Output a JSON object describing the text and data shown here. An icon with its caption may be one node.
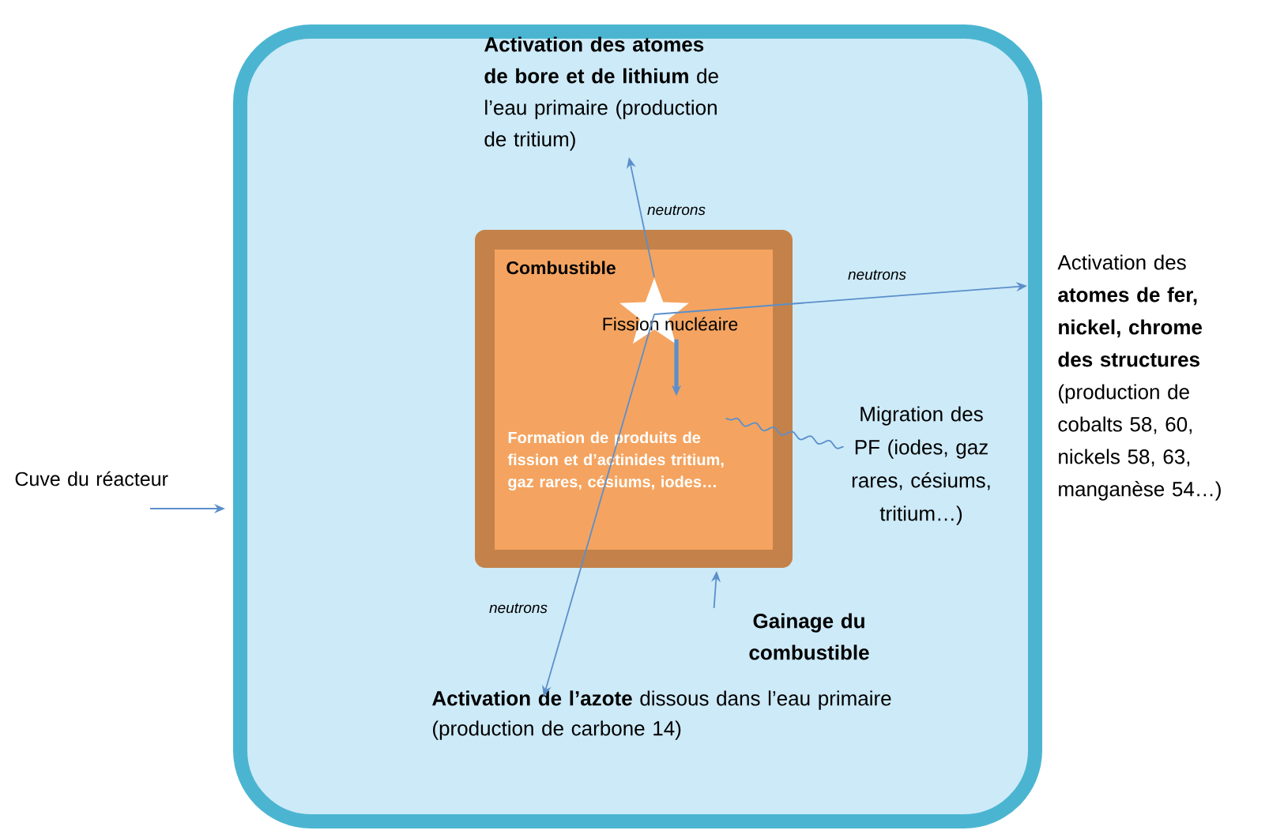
{
  "diagram": {
    "nodes": [
      {
        "text": [],
        "shape": "box"
      },
      {
        "text": [],
        "shape": "box",
        "in": 0
      },
      {
        "text": [
          "Combustible"
        ],
        "in": 1
      },
      {
        "text": [
          "Fission nucléaire"
        ],
        "in": 2
      },
      {
        "text": [
          "Formation de produits de fission et d’actinides tritium, gaz rares, césiums, iodes…"
        ],
        "in": 2
      },
      {
        "text": [
          "**Activation des atomes de bore et de lithium** de l’eau primaire (production de tritium)"
        ],
        "in": 0
      },
      {
        "text": [
          "Activation des **atomes de fer, nickel, chrome des structures** (production de cobalts 58, 60, nickels 58, 63, manganèse 54…)"
        ]
      },
      {
        "text": [
          "**Activation de l’azote** dissous dans l’eau primaire (production de carbone 14)"
        ],
        "in": 0
      },
      {
        "text": [
          "Migration des PF (iodes, gaz rares, césiums, tritium…)"
        ],
        "in": 0
      },
      {
        "text": [
          "Gainage du combustible"
        ],
        "in": 0
      },
      {
        "text": [
          "Cuve du réacteur"
        ]
      }
    ],
    "edges": [
      {
        "from": 3,
        "to": 5,
        "arrow": "to",
        "label": "neutrons"
      },
      {
        "from": 3,
        "to": 6,
        "arrow": "to",
        "label": "neutrons"
      },
      {
        "from": 3,
        "to": 7,
        "arrow": "to",
        "label": "neutrons"
      },
      {
        "from": 3,
        "to": 4,
        "arrow": "to",
        "style": "thick"
      },
      {
        "from": 8,
        "to": 2,
        "arrow": "none"
      },
      {
        "from": 9,
        "to": 1,
        "arrow": "to"
      },
      {
        "from": 10,
        "to": 0,
        "arrow": "to"
      }
    ]
  }
}
